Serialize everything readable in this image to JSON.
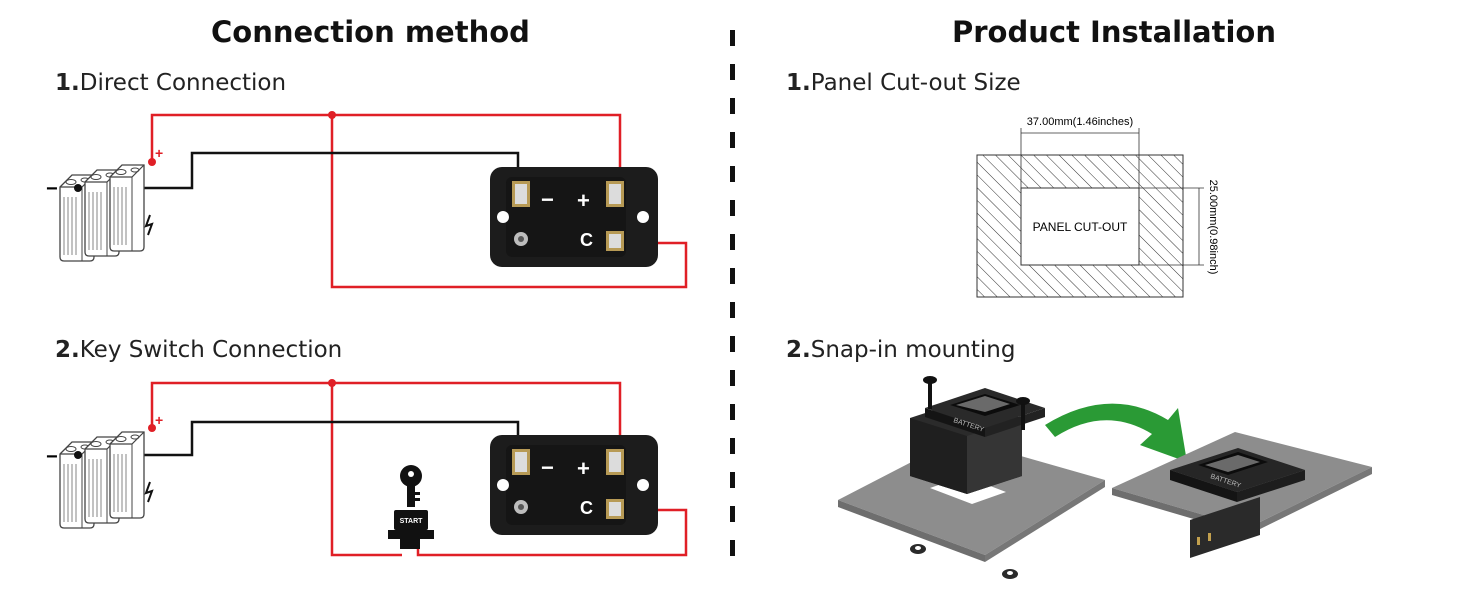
{
  "left": {
    "title": "Connection method",
    "section1": {
      "number": "1.",
      "label": "Direct Connection"
    },
    "section2": {
      "number": "2.",
      "label": "Key Switch Connection"
    },
    "terminal_labels": {
      "minus": "−",
      "plus": "+",
      "c": "C"
    },
    "battery_labels": {
      "minus": "−",
      "plus": "+"
    },
    "switch_label": "START"
  },
  "right": {
    "title": "Product Installation",
    "section1": {
      "number": "1.",
      "label": "Panel Cut-out Size"
    },
    "section2": {
      "number": "2.",
      "label": "Snap-in mounting"
    },
    "cutout": {
      "label": "PANEL CUT-OUT",
      "width_dim": "37.00mm(1.46inches)",
      "height_dim": "25.00mm(0.98inch)"
    },
    "meter_text": "BATTERY"
  },
  "colors": {
    "wire_positive": "#e01f26",
    "wire_negative": "#111111",
    "arrow": "#2a9a35",
    "plate": "#8d8d8d",
    "meter_body": "#1e1e1e"
  }
}
